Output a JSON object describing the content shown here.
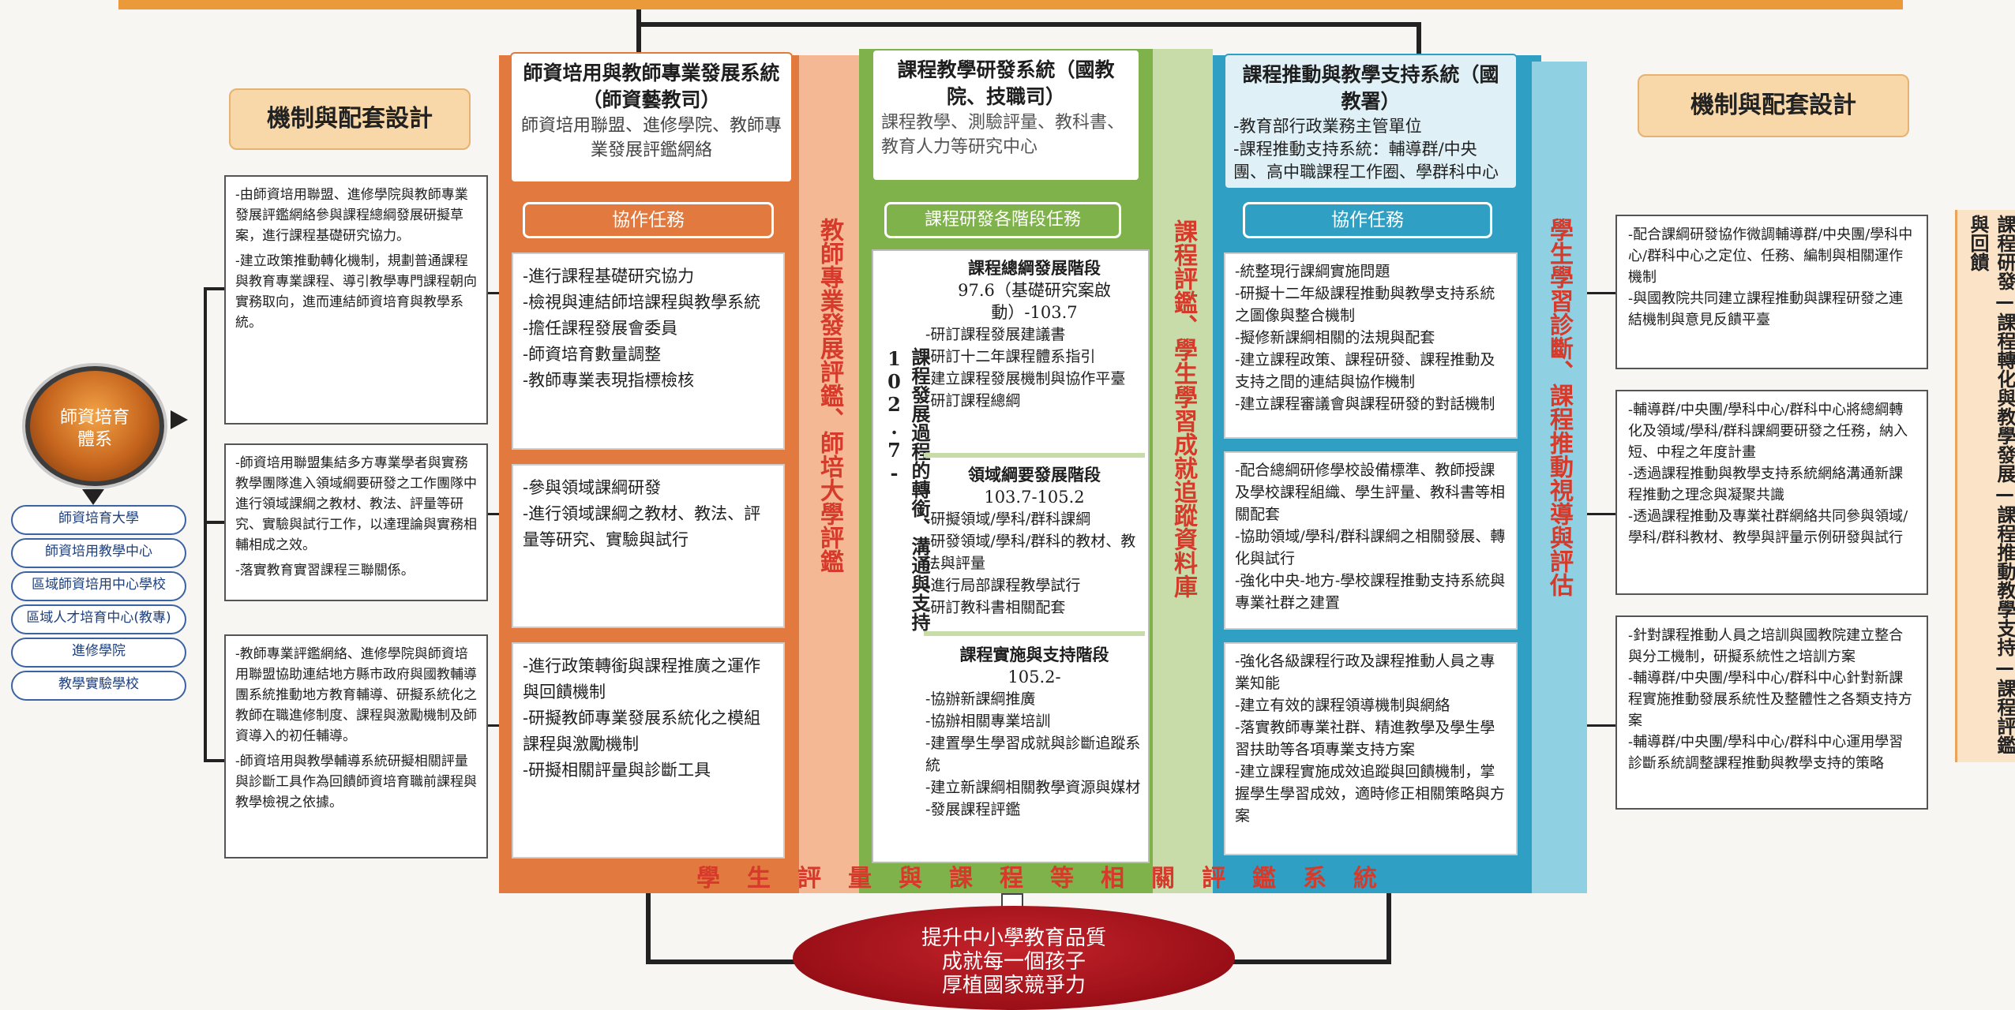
{
  "colors": {
    "orange": "#e2793f",
    "orange_light": "#f4b895",
    "green": "#7fb24b",
    "green_light": "#c8dca9",
    "blue": "#2fa0c3",
    "blue_light": "#8fd0e2",
    "beige": "#f7d6a5",
    "dark_red": "#a4141c",
    "red_text": "#d63a2a"
  },
  "left_mechanism_label": "機制與配套設計",
  "right_mechanism_label": "機制與配套設計",
  "teacher_circle": {
    "label": "師資培育體系",
    "items": [
      "師資培育大學",
      "師資培用教學中心",
      "區域師資培用中心學校",
      "區域人才培育中心(教專)",
      "進修學院",
      "教學實驗學校"
    ]
  },
  "left_notes": [
    [
      "-由師資培用聯盟、進修學院與教師專業發展評鑑網絡參與課程總綱發展研擬草案，進行課程基礎研究協力。",
      "-建立政策推動轉化機制，規劃普通課程與教育專業課程、導引教學專門課程朝向實務取向，進而連結師資培育與教學系統。"
    ],
    [
      "-師資培用聯盟集結多方專業學者與實務教學團隊進入領域綱要研發之工作團隊中進行領域課綱之教材、教法、評量等研究、實驗與試行工作，以達理論與實務相輔相成之效。",
      "-落實教育實習課程三聯關係。"
    ],
    [
      "-教師專業評鑑網絡、進修學院與師資培用聯盟協助連結地方縣市政府與國教輔導團系統推動地方教育輔導、研擬系統化之教師在職進修制度、課程與激勵機制及師資導入的初任輔導。",
      "-師資培用與教學輔導系統研擬相關評量與診斷工具作為回饋師資培育職前課程與教學檢視之依據。"
    ]
  ],
  "col1": {
    "title": "師資培用與教師專業發展系統（師資藝教司）",
    "subtitle": "師資培用聯盟、進修學院、教師專業發展評鑑網絡",
    "task_label": "協作任務",
    "sections": [
      [
        "-進行課程基礎研究協力",
        "-檢視與連結師培課程與教學系統",
        "-擔任課程發展會委員",
        "-師資培育數量調整",
        "-教師專業表現指標檢核"
      ],
      [
        "-參與領域課綱研發",
        "-進行領域課綱之教材、教法、評量等研究、實驗與試行"
      ],
      [
        "-進行政策轉銜與課程推廣之運作與回饋機制",
        "-研擬教師專業發展系統化之模組課程與激勵機制",
        "-研擬相關評量與診斷工具"
      ]
    ]
  },
  "col2": {
    "title": "課程教學研發系統（國教院、技職司）",
    "subtitle": "課程教學、測驗評量、教科書、教育人力等研究中心",
    "task_label": "課程研發各階段任務",
    "vertical_label": "課程發展過程的轉銜、溝通與支持 102.7-",
    "stages": [
      {
        "title": "課程總綱發展階段",
        "period": "97.6（基礎研究案啟動）-103.7",
        "items": [
          "-研訂課程發展建議書",
          "-研訂十二年課程體系指引",
          "-建立課程發展機制與協作平臺",
          "-研訂課程總綱"
        ]
      },
      {
        "title": "領域綱要發展階段",
        "period": "103.7-105.2",
        "items": [
          "-研擬領域/學科/群科課綱",
          "-研發領域/學科/群科的教材、教法與評量",
          "-進行局部課程教學試行",
          "-研訂教科書相關配套"
        ]
      },
      {
        "title": "課程實施與支持階段",
        "period": "105.2-",
        "items": [
          "-協辦新課綱推廣",
          "-協辦相關專業培訓",
          "-建置學生學習成就與診斷追蹤系統",
          "-建立新課綱相關教學資源與媒材",
          "-發展課程評鑑"
        ]
      }
    ]
  },
  "col3": {
    "title": "課程推動與教學支持系統（國教署）",
    "subtitle": "-教育部行政業務主管單位\n-課程推動支持系統：輔導群/中央團、高中職課程工作圈、學群科中心",
    "task_label": "協作任務",
    "sections": [
      [
        "-統整現行課綱實施問題",
        "-研擬十二年級課程推動與教學支持系統之圖像與整合機制",
        "-擬修新課綱相關的法規與配套",
        "-建立課程政策、課程研發、課程推動及支持之間的連結與協作機制",
        "-建立課程審議會與課程研發的對話機制"
      ],
      [
        "-配合總綱研修學校設備標準、教師授課及學校課程組織、學生評量、教科書等相關配套",
        "-協助領域/學科/群科課綱之相關發展、轉化與試行",
        "-強化中央-地方-學校課程推動支持系統與專業社群之建置"
      ],
      [
        "-強化各級課程行政及課程推動人員之專業知能",
        "-建立有效的課程領導機制與網絡",
        "-落實教師專業社群、精進教學及學生學習扶助等各項專業支持方案",
        "-建立課程實施成效追蹤與回饋機制，掌握學生學習成效，適時修正相關策略與方案"
      ]
    ]
  },
  "strip_orange": "教師專業發展評鑑、師培大學評鑑",
  "strip_green": "課程評鑑、學生學習成就追蹤資料庫",
  "strip_blue": "學生學習診斷、課程推動視導與評估",
  "bottom_band": "學生評量與課程等相關評鑑系統",
  "right_notes": [
    [
      "-配合課綱研發協作微調輔導群/中央團/學科中心/群科中心之定位、任務、編制與相關運作機制",
      "-與國教院共同建立課程推動與課程研發之連結機制與意見反饋平臺"
    ],
    [
      "-輔導群/中央團/學科中心/群科中心將總綱轉化及領域/學科/群科課綱要研發之任務，納入短、中程之年度計畫",
      "-透過課程推動與教學支持系統網絡溝通新課程推動之理念與凝聚共識",
      "-透過課程推動及專業社群網絡共同參與領域/學科/群科教材、教學與評量示例研發與試行"
    ],
    [
      "-針對課程推動人員之培訓與國教院建立整合與分工機制，研擬系統性之培訓方案",
      "-輔導群/中央團/學科中心/群科中心針對新課程實施推動發展系統性及整體性之各類支持方案",
      "-輔導群/中央團/學科中心/群科中心運用學習診斷系統調整課程推動與教學支持的策略"
    ]
  ],
  "right_edge_label": "課程研發—課程轉化與教學發展—課程推動教學支持—課程評鑑與回饋",
  "goal": [
    "提升中小學教育品質",
    "成就每一個孩子",
    "厚植國家競爭力"
  ]
}
